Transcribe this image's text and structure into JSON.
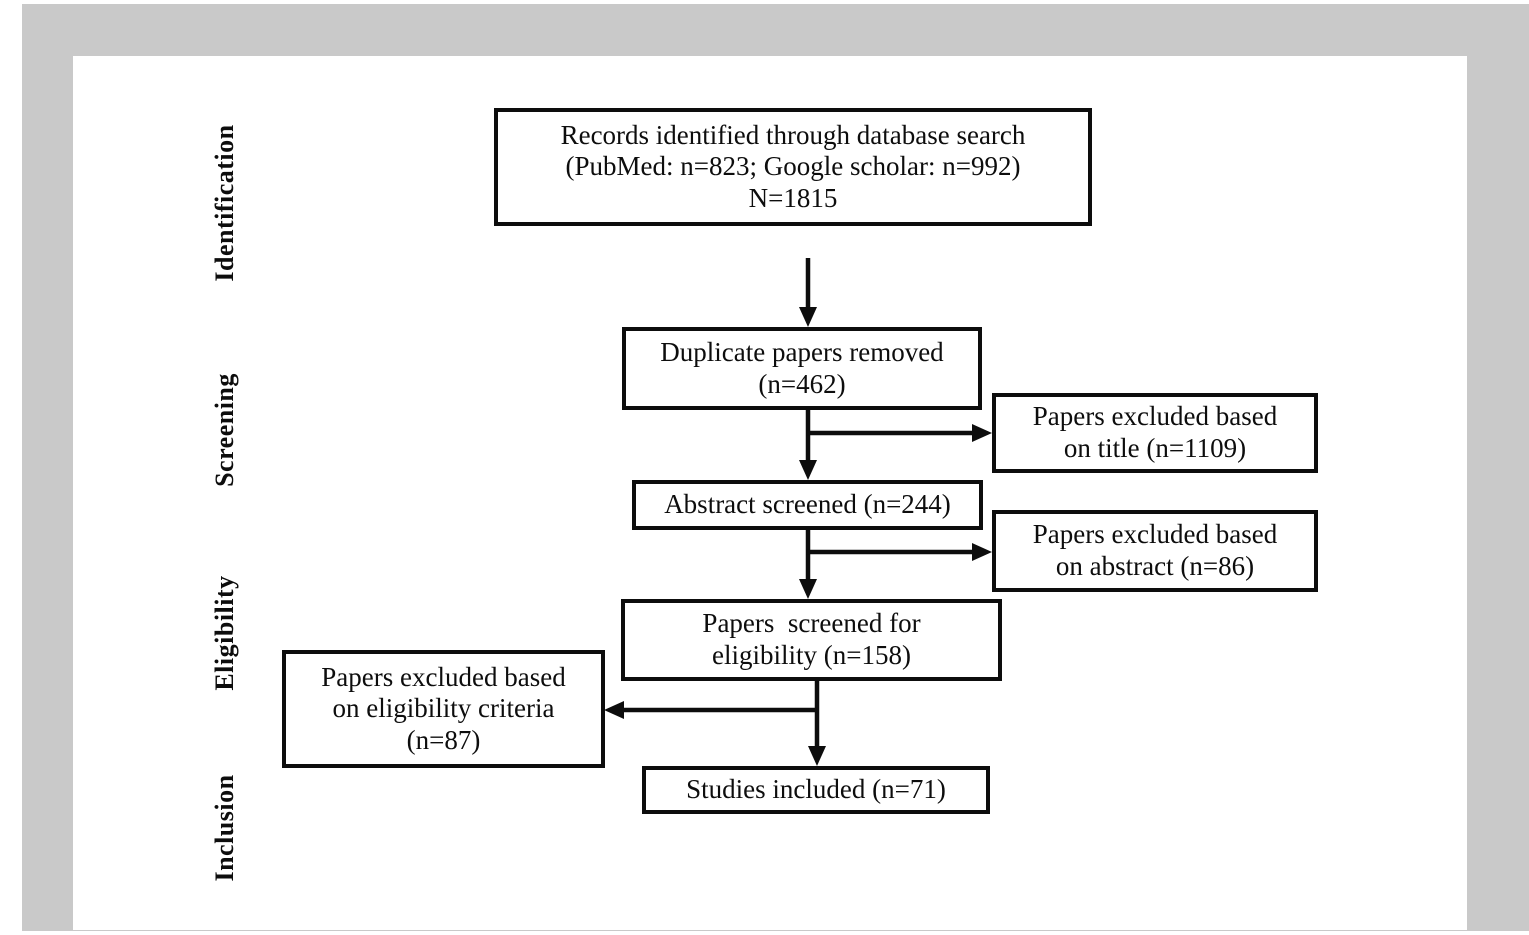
{
  "colors": {
    "backdrop": "#c9c9c9",
    "panel": "#ffffff",
    "line": "#0d0d0d",
    "text": "#0d0d0d"
  },
  "stages": [
    {
      "label": "Identification"
    },
    {
      "label": "Screening"
    },
    {
      "label": "Eligibility"
    },
    {
      "label": "Inclusion"
    }
  ],
  "boxes": {
    "records": {
      "line1": "Records identified through database search",
      "line2": "(PubMed: n=823; Google scholar: n=992)",
      "line3": "N=1815"
    },
    "duplicates_removed": {
      "line1": "Duplicate papers removed",
      "line2": "(n=462)"
    },
    "excluded_title": {
      "line1": "Papers excluded based",
      "line2": "on title (n=1109)"
    },
    "abstract_screened": {
      "line1": "Abstract screened (n=244)"
    },
    "excluded_abstract": {
      "line1": "Papers excluded based",
      "line2": "on abstract (n=86)"
    },
    "screened_eligibility": {
      "line1": "Papers  screened for",
      "line2": "eligibility (n=158)"
    },
    "excluded_eligibility": {
      "line1": "Papers excluded based",
      "line2": "on eligibility criteria",
      "line3": "(n=87)"
    },
    "studies_included": {
      "line1": "Studies included (n=71)"
    }
  }
}
